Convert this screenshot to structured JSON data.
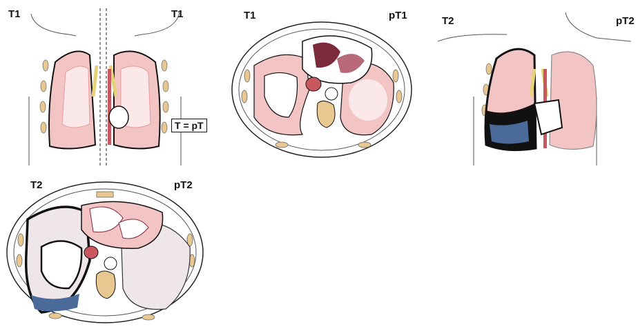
{
  "panels": {
    "p1": {
      "left_label": "T1",
      "right_label": "T1",
      "box_label": "T = pT"
    },
    "p2": {
      "left_label": "T1",
      "right_label": "pT1"
    },
    "p3": {
      "left_label": "T2",
      "right_label": "pT2"
    },
    "p4": {
      "left_label": "T2",
      "right_label": "pT2"
    }
  },
  "colors": {
    "lung_pink": "#f2c4c4",
    "lung_edge": "#e89a9a",
    "tumor_black": "#111111",
    "heart_dark": "#7a2a3a",
    "fluid_blue": "#4a6a9a",
    "bone_tan": "#e8c890",
    "vessel": "#c9575f"
  }
}
